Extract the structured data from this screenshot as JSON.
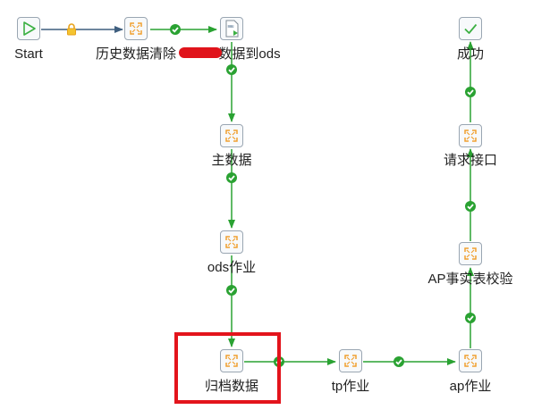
{
  "nodes": {
    "start": {
      "label": "Start",
      "icon": "play-icon"
    },
    "history_clean": {
      "label": "历史数据清除",
      "icon": "transform-icon"
    },
    "to_ods": {
      "label": "数据到ods",
      "icon": "sql-script-icon"
    },
    "master_data": {
      "label": "主数据",
      "icon": "transform-icon"
    },
    "ods_job": {
      "label": "ods作业",
      "icon": "transform-icon"
    },
    "archive": {
      "label": "归档数据",
      "icon": "transform-icon"
    },
    "tp_job": {
      "label": "tp作业",
      "icon": "transform-icon"
    },
    "ap_job": {
      "label": "ap作业",
      "icon": "transform-icon"
    },
    "ap_fact_check": {
      "label": "AP事实表校验",
      "icon": "transform-icon"
    },
    "request_api": {
      "label": "请求接口",
      "icon": "transform-icon"
    },
    "success": {
      "label": "成功",
      "icon": "checkmark-icon"
    }
  },
  "colors": {
    "hop_success": "#2aa232",
    "hop_unconditional": "#3f5f7f",
    "lock": "#e8a21a",
    "highlight": "#e3141c",
    "transform_icon": "#f0a030",
    "start_icon": "#3cb043"
  }
}
